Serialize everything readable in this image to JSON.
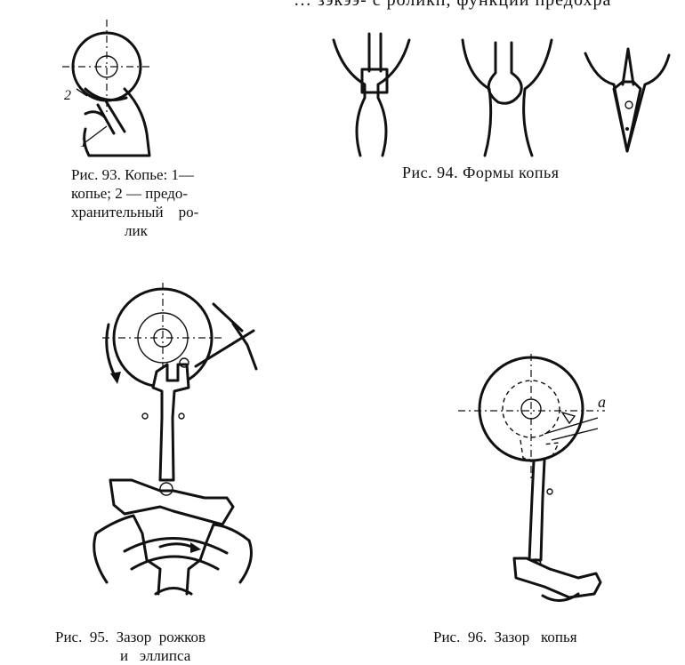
{
  "top_fragment": "… зэкээ‑ с роликп, функции предохра",
  "fig93": {
    "caption_lines": [
      "Рис. 93. Копье: 1—",
      "копье; 2 — предо-",
      "хранительный    ро-",
      "лик"
    ],
    "labels": [
      "1",
      "2"
    ]
  },
  "fig94": {
    "caption": "Рис. 94. Формы копья"
  },
  "fig95": {
    "caption_lines": [
      "Рис.  95.  Зазор  рожков",
      "и   эллипса"
    ]
  },
  "fig96": {
    "caption": "Рис.  96.  Зазор   копья",
    "label": "a"
  }
}
